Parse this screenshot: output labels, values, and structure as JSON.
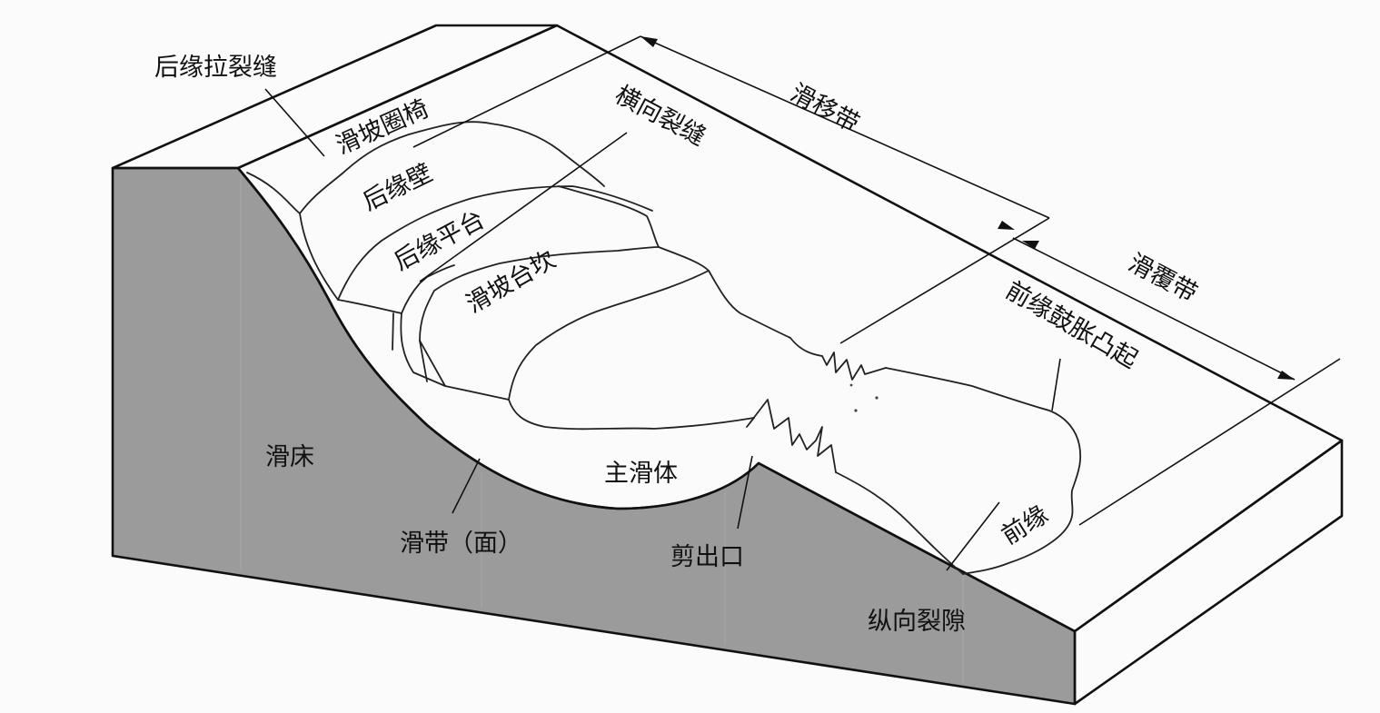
{
  "labels": {
    "back_tension_crack": "后缘拉裂缝",
    "landslide_armchair": "滑坡圈椅",
    "back_scarp": "后缘壁",
    "back_platform": "后缘平台",
    "landslide_step": "滑坡台坎",
    "transverse_crack": "横向裂缝",
    "sliding_zone": "滑移带",
    "covering_zone": "滑覆带",
    "front_bulge": "前缘鼓胀凸起",
    "sliding_bed": "滑床",
    "main_body": "主滑体",
    "slip_surface": "滑带（面）",
    "shear_outlet": "剪出口",
    "front_edge": "前缘",
    "longitudinal_crack": "纵向裂隙"
  },
  "colors": {
    "bed_fill": "#9b9b9b",
    "top_fill": "#ffffff",
    "line": "#111111"
  }
}
